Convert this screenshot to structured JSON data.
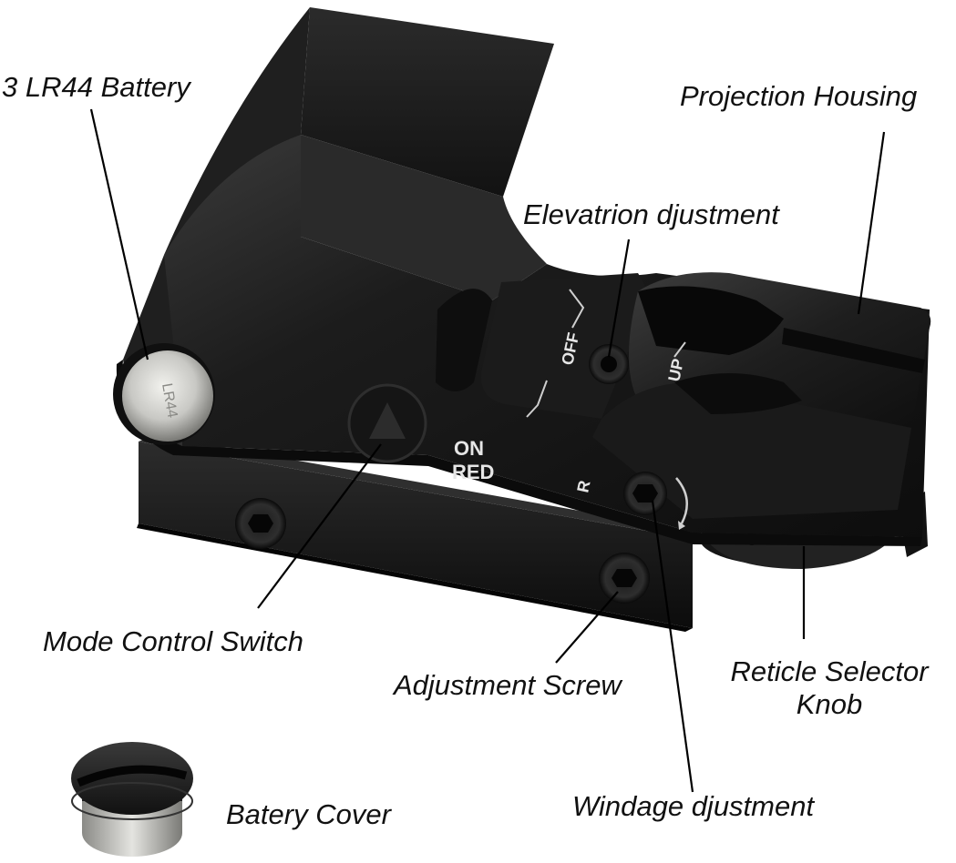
{
  "labels": {
    "battery": "3 LR44 Battery",
    "projection_housing": "Projection Housing",
    "elevation": "Elevatrion djustment",
    "mode_switch": "Mode Control Switch",
    "adjustment_screw": "Adjustment Screw",
    "reticle_knob_line1": "Reticle Selector",
    "reticle_knob_line2": "Knob",
    "battery_cover": "Batery Cover",
    "windage": "Windage djustment"
  },
  "engravings": {
    "on": "ON",
    "red": "RED",
    "off": "OFF",
    "up": "UP",
    "r": "R"
  },
  "battery_marking": "LR44",
  "colors": {
    "body": "#1a1a1a",
    "body_highlight": "#4a4a4a",
    "rail": "#161616",
    "battery": "#c8c8c4",
    "leader_line": "#000000",
    "label_text": "#111111"
  }
}
